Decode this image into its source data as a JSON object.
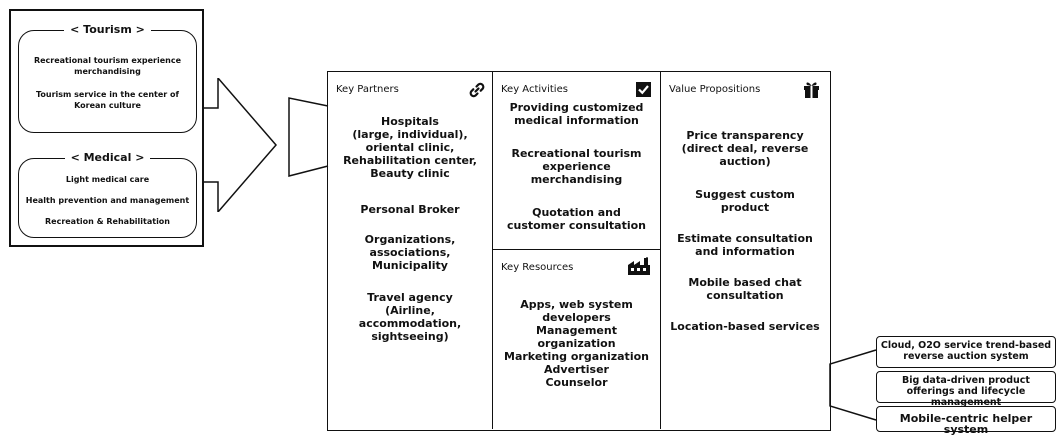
{
  "left_panel": {
    "tourism": {
      "title": "< Tourism >",
      "items": [
        "Recreational tourism experience merchandising",
        "Tourism service in the center of Korean culture"
      ]
    },
    "medical": {
      "title": "< Medical >",
      "items": [
        "Light medical care",
        "Health prevention and management",
        "Recreation & Rehabilitation"
      ]
    }
  },
  "canvas": {
    "key_partners": {
      "title": "Key Partners",
      "icon": "link-icon",
      "entries": [
        "Hospitals\n(large, individual),\noriental clinic,\nRehabilitation center,\nBeauty clinic",
        "Personal Broker",
        "Organizations,\nassociations,\nMunicipality",
        "Travel agency\n(Airline,\naccommodation,\nsightseeing)"
      ]
    },
    "key_activities": {
      "title": "Key Activities",
      "icon": "checkbox-icon",
      "entries": [
        "Providing customized\nmedical information",
        "Recreational tourism\nexperience\nmerchandising",
        "Quotation and\ncustomer consultation"
      ]
    },
    "key_resources": {
      "title": "Key Resources",
      "icon": "factory-icon",
      "entries": [
        "Apps, web system\ndevelopers\nManagement\norganization\nMarketing organization\nAdvertiser\nCounselor"
      ]
    },
    "value_propositions": {
      "title": "Value Propositions",
      "icon": "gift-icon",
      "entries": [
        "Price transparency\n(direct deal, reverse\nauction)",
        "Suggest custom\nproduct",
        "Estimate consultation\nand information",
        "Mobile based chat\nconsultation",
        "Location-based services"
      ]
    }
  },
  "right_boxes": [
    "Cloud, O2O service trend-based\nreverse auction system",
    "Big data-driven product offerings\nand lifecycle management",
    "Mobile-centric helper system"
  ]
}
